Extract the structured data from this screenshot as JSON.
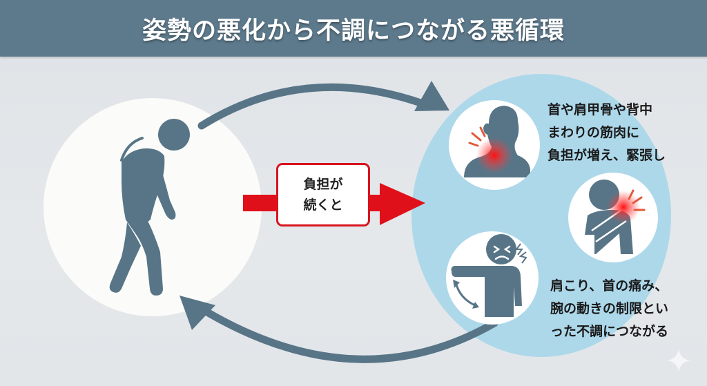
{
  "header": {
    "title": "姿勢の悪化から不調につながる悪循環"
  },
  "flow": {
    "left_circle": {
      "figure": "hunched-walking-person-icon"
    },
    "connector": {
      "label_line1": "負担が",
      "label_line2": "続くと"
    },
    "right_circle": {
      "items": [
        {
          "icon": "neck-pain-icon"
        },
        {
          "icon": "shoulder-pain-icon"
        },
        {
          "icon": "arm-restricted-movement-icon"
        }
      ],
      "description_top": [
        "首や肩甲骨や背中",
        "まわりの筋肉に",
        "負担が増え、緊張し"
      ],
      "description_bottom": [
        "肩こり、首の痛み、",
        "腕の動きの制限とい",
        "った不調につながる"
      ]
    }
  },
  "colors": {
    "header_bg": "#5d7a8c",
    "figure": "#587587",
    "arrow_cycle": "#587587",
    "arrow_red": "#e0101a",
    "right_circle": "#add8ea",
    "left_circle": "#fbfbf9",
    "background": "#e1e5e8"
  }
}
